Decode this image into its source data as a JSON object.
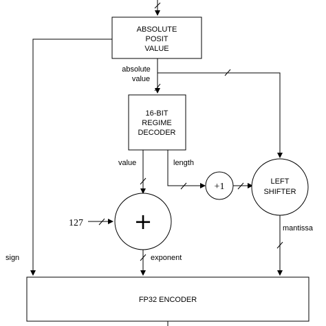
{
  "blocks": {
    "absolute_posit_value": [
      "ABSOLUTE",
      "POSIT",
      "VALUE"
    ],
    "regime_decoder": [
      "16-BIT",
      "REGIME",
      "DECODER"
    ],
    "left_shifter": [
      "LEFT",
      "SHIFTER"
    ],
    "fp32_encoder": "FP32 ENCODER",
    "adder_symbol": "+",
    "increment_symbol": "+1"
  },
  "signals": {
    "absolute_value": [
      "absolute",
      "value"
    ],
    "value": "value",
    "length": "length",
    "constant": "127",
    "sign": "sign",
    "exponent": "exponent",
    "mantissa": "mantissa"
  }
}
